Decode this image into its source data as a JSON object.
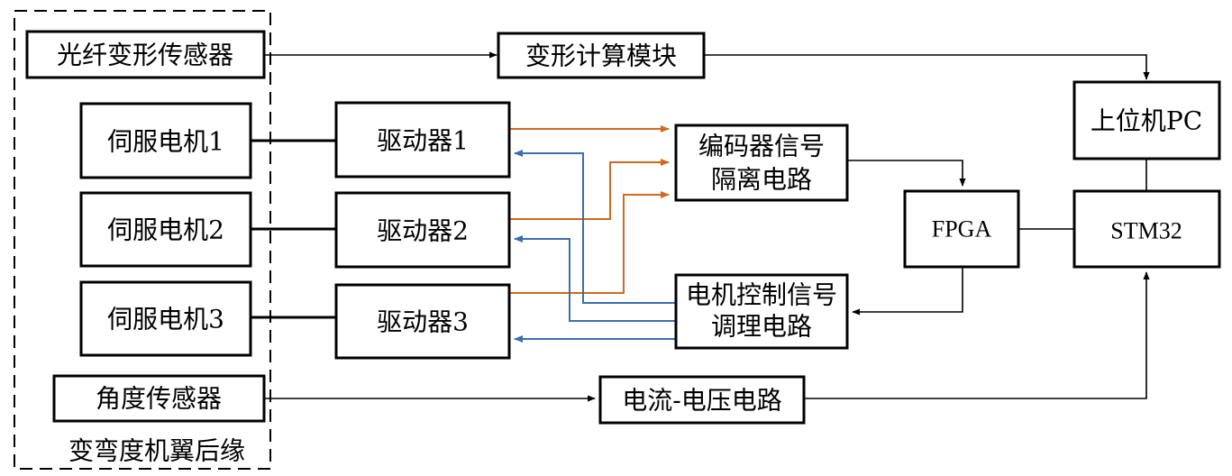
{
  "group_label": "变弯度机翼后缘",
  "blocks": {
    "fiber_sensor": "光纤变形传感器",
    "deform_calc": "变形计算模块",
    "host_pc": "上位机PC",
    "servo1": "伺服电机1",
    "servo2": "伺服电机2",
    "servo3": "伺服电机3",
    "driver1": "驱动器1",
    "driver2": "驱动器2",
    "driver3": "驱动器3",
    "encoder_iso_line1": "编码器信号",
    "encoder_iso_line2": "隔离电路",
    "fpga": "FPGA",
    "stm32": "STM32",
    "motor_ctrl_line1": "电机控制信号",
    "motor_ctrl_line2": "调理电路",
    "angle_sensor": "角度传感器",
    "iv_circuit": "电流-电压电路"
  },
  "colors": {
    "encoder_signal_lines": "#D2691E",
    "control_signal_lines": "#3A6FB0",
    "default_lines": "#000000"
  }
}
